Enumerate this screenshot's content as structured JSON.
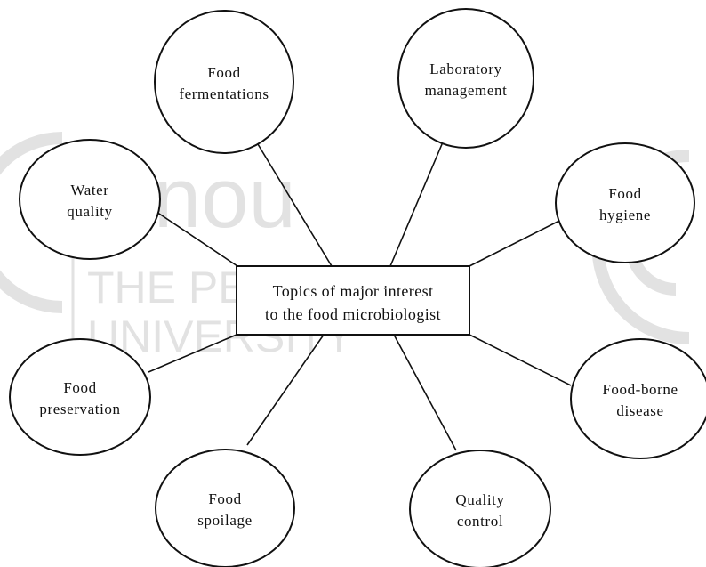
{
  "watermark": {
    "logo_text": "ignou",
    "line1": "THE PEOPLE'S",
    "line2": "UNIVERSITY"
  },
  "center": {
    "line1": "Topics of major interest",
    "line2": "to the food microbiologist"
  },
  "nodes": [
    {
      "id": "food-fermentations",
      "line1": "Food",
      "line2": "fermentations"
    },
    {
      "id": "laboratory-management",
      "line1": "Laboratory",
      "line2": "management"
    },
    {
      "id": "water-quality",
      "line1": "Water",
      "line2": "quality"
    },
    {
      "id": "food-hygiene",
      "line1": "Food",
      "line2": "hygiene"
    },
    {
      "id": "food-preservation",
      "line1": "Food",
      "line2": "preservation"
    },
    {
      "id": "food-borne-disease",
      "line1": "Food-borne",
      "line2": "disease"
    },
    {
      "id": "food-spoilage",
      "line1": "Food",
      "line2": "spoilage"
    },
    {
      "id": "quality-control",
      "line1": "Quality",
      "line2": "control"
    }
  ],
  "colors": {
    "stroke": "#111111",
    "watermark": "#e2e2e2"
  }
}
